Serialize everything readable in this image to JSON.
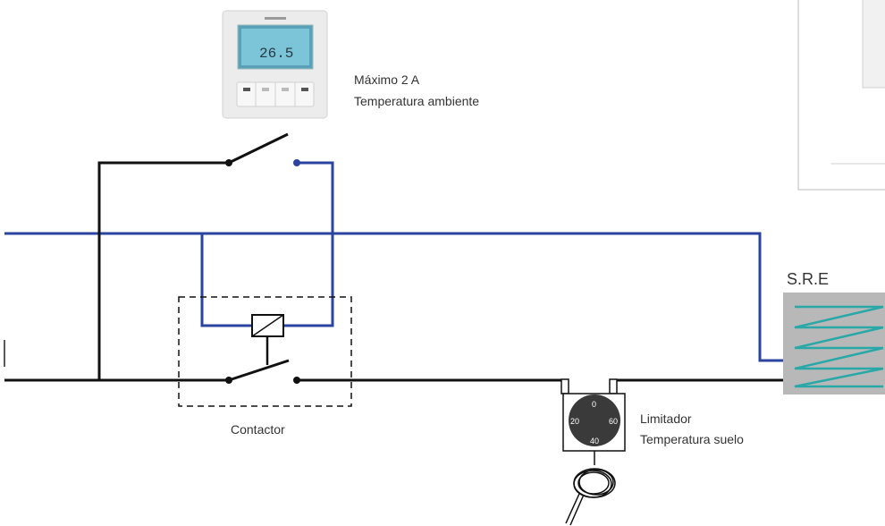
{
  "labels": {
    "thermostat_line1": "Máximo 2 A",
    "thermostat_line2": "Temperatura ambiente",
    "contactor": "Contactor",
    "limiter_line1": "Limitador",
    "limiter_line2": "Temperatura suelo",
    "sre": "S.R.E"
  },
  "dial": {
    "top": "0",
    "left": "20",
    "right": "60",
    "bottom": "40"
  },
  "thermostat_display": "26.5",
  "colors": {
    "phase": "#111111",
    "neutral": "#2b44a0",
    "heater": "#2aa8a8",
    "heater_bg": "#b8b8b8"
  },
  "icons": [
    "thermostat-device-icon",
    "relay-coil-icon",
    "switch-icon",
    "dial-thermostat-icon",
    "probe-coil-icon"
  ]
}
